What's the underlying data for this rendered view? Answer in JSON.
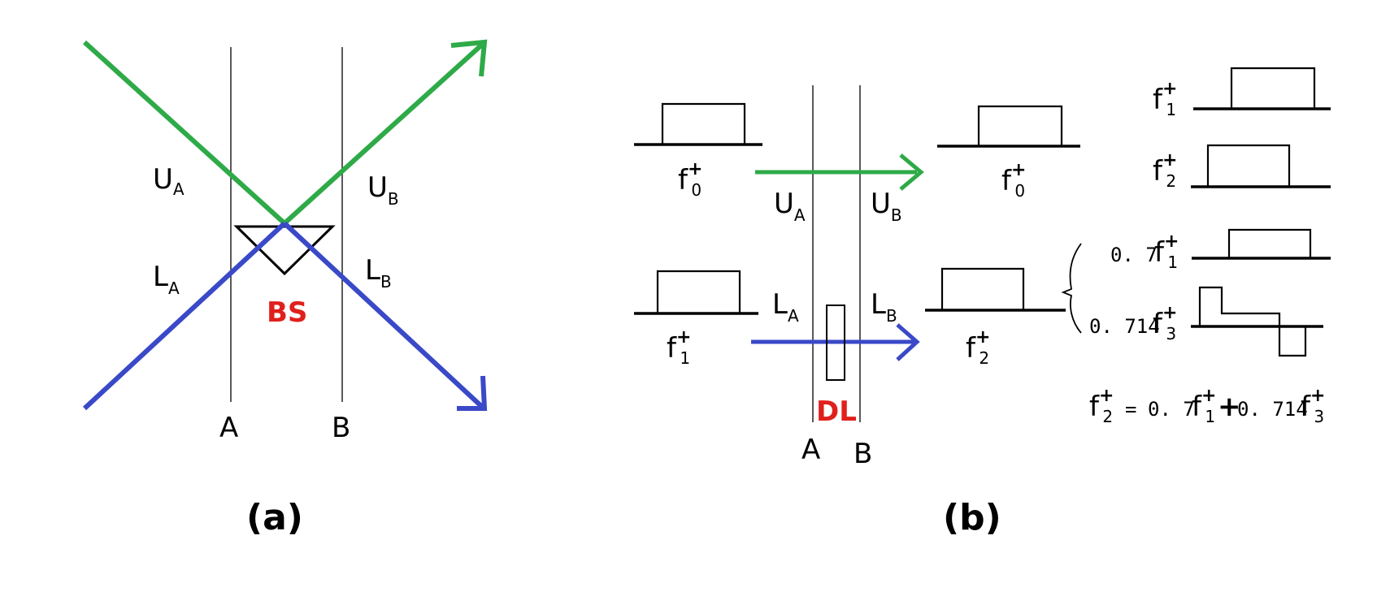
{
  "panel_a": {
    "caption": "(a)",
    "labels": {
      "ua_main": "U",
      "ua_sub": "A",
      "ub_main": "U",
      "ub_sub": "B",
      "la_main": "L",
      "la_sub": "A",
      "lb_main": "L",
      "lb_sub": "B",
      "bs": "BS",
      "plane_a": "A",
      "plane_b": "B"
    }
  },
  "panel_b": {
    "caption": "(b)",
    "labels": {
      "f0_in_main": "f",
      "f0_in_sup": "+",
      "f0_in_sub": "0",
      "f0_out_main": "f",
      "f0_out_sup": "+",
      "f0_out_sub": "0",
      "f1_in_main": "f",
      "f1_in_sup": "+",
      "f1_in_sub": "1",
      "f2_out_main": "f",
      "f2_out_sup": "+",
      "f2_out_sub": "2",
      "ua_main": "U",
      "ua_sub": "A",
      "ub_main": "U",
      "ub_sub": "B",
      "la_main": "L",
      "la_sub": "A",
      "lb_main": "L",
      "lb_sub": "B",
      "dl": "DL",
      "plane_a": "A",
      "plane_b": "B"
    },
    "legend": {
      "f1_main": "f",
      "f1_sup": "+",
      "f1_sub": "1",
      "f2_main": "f",
      "f2_sup": "+",
      "f2_sub": "2",
      "coef_07": "0. 7",
      "c07_f_main": "f",
      "c07_f_sup": "+",
      "c07_f_sub": "1",
      "coef_0714": "0. 714",
      "c0714_f_main": "f",
      "c0714_f_sup": "+",
      "c0714_f_sub": "3"
    },
    "equation": {
      "lhs_main": "f",
      "lhs_sup": "+",
      "lhs_sub": "2",
      "eq": "=",
      "c1": "0. 7",
      "t1_main": "f",
      "t1_sup": "+",
      "t1_sub": "1",
      "plus": "+",
      "c2": "0. 714",
      "t2_main": "f",
      "t2_sup": "+",
      "t2_sub": "3"
    }
  },
  "colors": {
    "green": "#2eaa48",
    "blue": "#3a49c8",
    "red": "#e0201c",
    "black": "#000000"
  }
}
